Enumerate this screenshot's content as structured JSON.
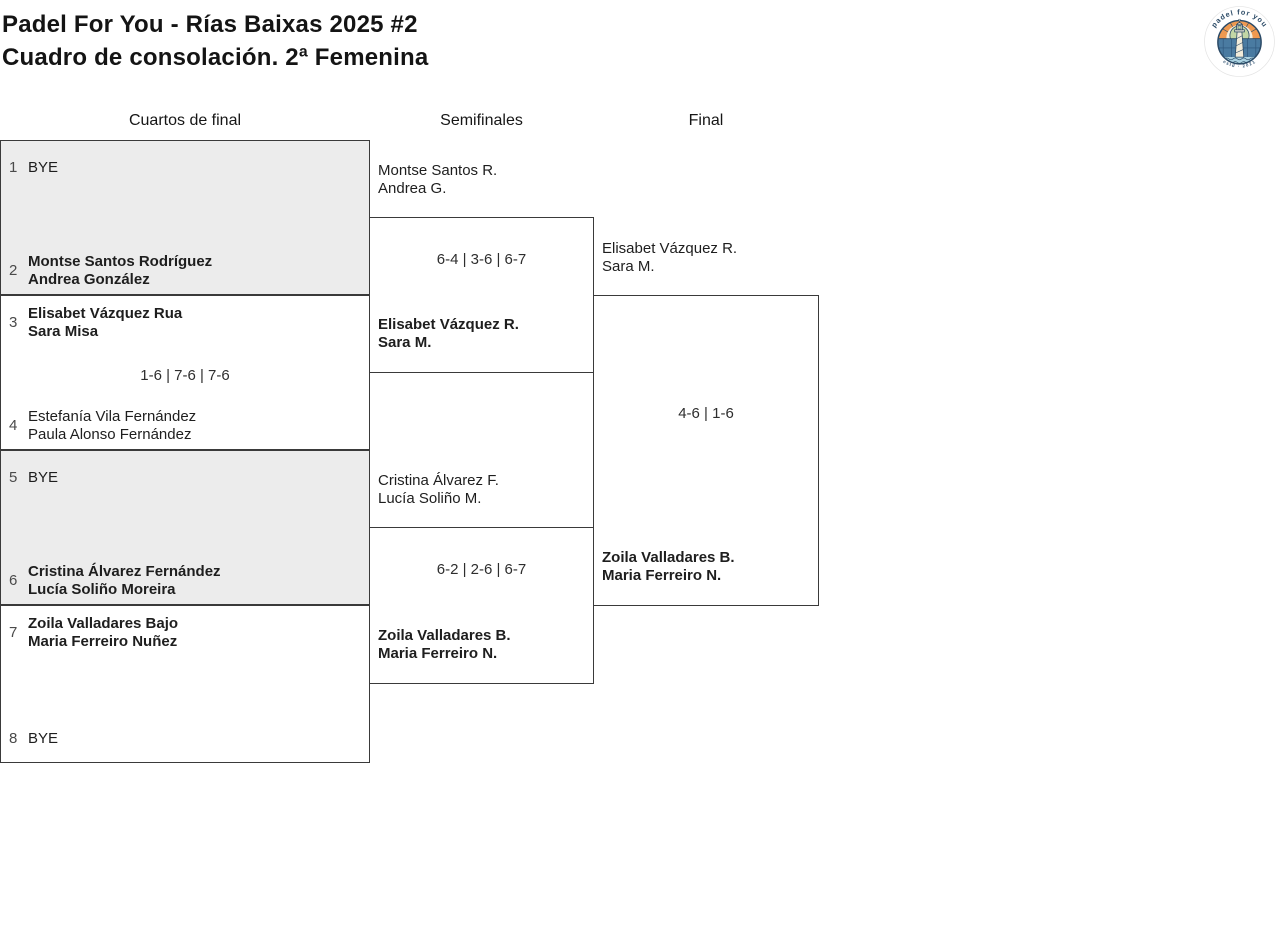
{
  "header": {
    "title_line1": "Padel For You - Rías Baixas 2025 #2",
    "title_line2": "Cuadro de consolación. 2ª Femenina"
  },
  "columns": {
    "quarterfinals": "Cuartos de final",
    "semifinals": "Semifinales",
    "final": "Final"
  },
  "logo": {
    "arc_text": "padel for you",
    "estd_text": "estd · 2021"
  },
  "colors": {
    "shaded_box": "#ececec",
    "box_border": "#3a3a3a",
    "logo_navy": "#2b4a66",
    "logo_orange": "#ef9950",
    "logo_blue": "#4a7ba1",
    "logo_light_blue": "#a9d2e2",
    "logo_teal": "#6fbcae",
    "logo_green": "#c3d7a6",
    "logo_cream": "#f3eee0"
  },
  "bracket": {
    "quarterfinals": [
      {
        "top": {
          "seed": "1",
          "lines": [
            "BYE"
          ]
        },
        "score": "",
        "bottom": {
          "seed": "2",
          "lines": [
            "Montse Santos Rodríguez",
            "Andrea González"
          ]
        }
      },
      {
        "top": {
          "seed": "3",
          "lines": [
            "Elisabet Vázquez Rua",
            "Sara Misa"
          ]
        },
        "score": "1-6 | 7-6 | 7-6",
        "bottom": {
          "seed": "4",
          "lines": [
            "Estefanía Vila Fernández",
            "Paula Alonso Fernández"
          ]
        }
      },
      {
        "top": {
          "seed": "5",
          "lines": [
            "BYE"
          ]
        },
        "score": "",
        "bottom": {
          "seed": "6",
          "lines": [
            "Cristina Álvarez Fernández",
            "Lucía Soliño Moreira"
          ]
        }
      },
      {
        "top": {
          "seed": "7",
          "lines": [
            "Zoila Valladares Bajo",
            "Maria Ferreiro Nuñez"
          ]
        },
        "score": "",
        "bottom": {
          "seed": "8",
          "lines": [
            "BYE"
          ]
        }
      }
    ],
    "semifinals": [
      {
        "team1": [
          "Montse Santos R.",
          "Andrea G."
        ],
        "score": "6-4 | 3-6 | 6-7",
        "team2": [
          "Elisabet Vázquez R.",
          "Sara M."
        ]
      },
      {
        "team1": [
          "Cristina Álvarez F.",
          "Lucía Soliño M."
        ],
        "score": "6-2 | 2-6 | 6-7",
        "team2": [
          "Zoila Valladares B.",
          "Maria Ferreiro N."
        ]
      }
    ],
    "final": {
      "team1": [
        "Elisabet Vázquez R.",
        "Sara M."
      ],
      "score": "4-6 | 1-6",
      "team2": [
        "Zoila Valladares B.",
        "Maria Ferreiro N."
      ]
    }
  }
}
